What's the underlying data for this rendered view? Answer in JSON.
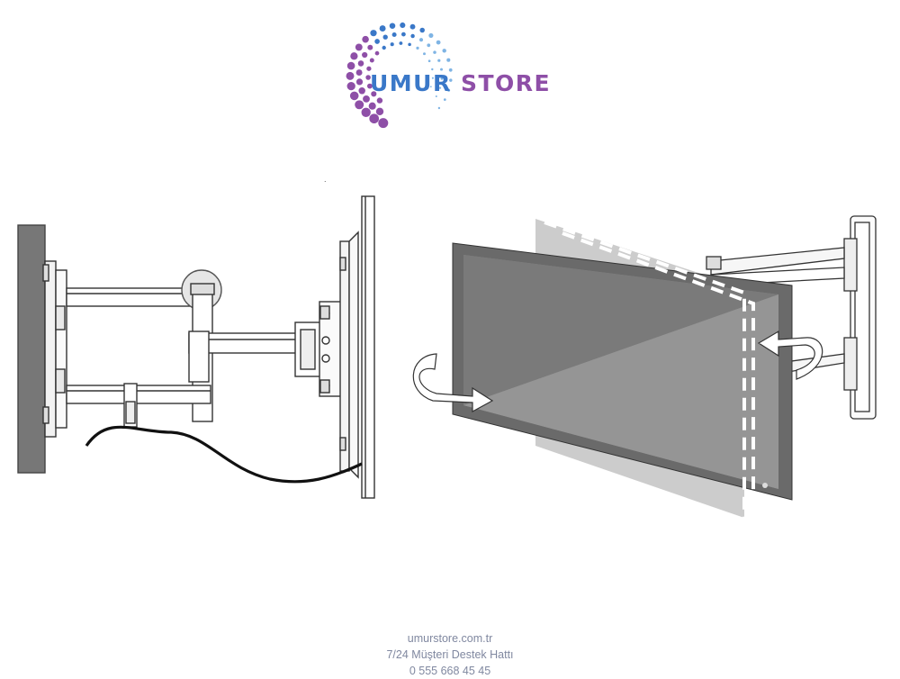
{
  "brand": {
    "name_part1": "UMUR",
    "name_part2": "STORE",
    "colors": {
      "blue": "#3a78c8",
      "purple": "#8e4fa7",
      "light_blue": "#7fb4e4"
    }
  },
  "figures": [
    {
      "name": "side-view-wall-mount",
      "icons": [
        "wall",
        "wall-plate",
        "double-arm",
        "cable",
        "vesa-plate",
        "tv-panel"
      ]
    },
    {
      "name": "swivel-rotation-view",
      "icons": [
        "tv-screen",
        "rotation-arrow-left",
        "rotation-arrow-right",
        "wall-bracket"
      ]
    }
  ],
  "footer": {
    "website": "umurstore.com.tr",
    "support": "7/24 Müşteri Destek Hattı",
    "phone": "0 555 668 45 45",
    "color": "#8088a0"
  }
}
